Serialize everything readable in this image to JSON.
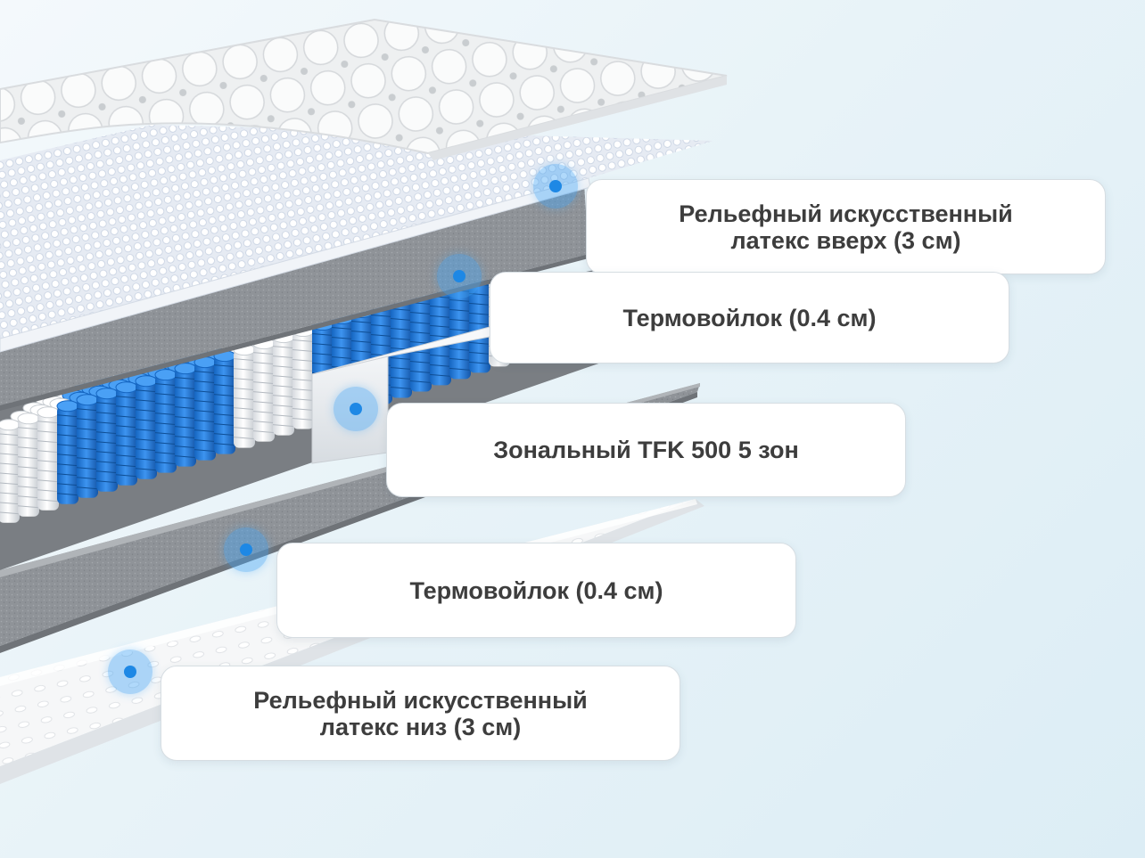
{
  "layers": [
    {
      "id": "latex-top",
      "label": "Рельефный искусственный\nлатекс вверх (3 см)"
    },
    {
      "id": "felt-top",
      "label": "Термовойлок (0.4 см)"
    },
    {
      "id": "springs",
      "label": "Зональный TFK 500 5 зон"
    },
    {
      "id": "felt-bottom",
      "label": "Термовойлок (0.4 см)"
    },
    {
      "id": "latex-bottom",
      "label": "Рельефный искусственный\nлатекс низ (3 см)"
    }
  ],
  "colors": {
    "marker": "#1e88e5",
    "spring_blue": "#1e7be0",
    "spring_white": "#f2f4f6",
    "felt": "#8e9296",
    "label_text": "#3d3d3d"
  }
}
